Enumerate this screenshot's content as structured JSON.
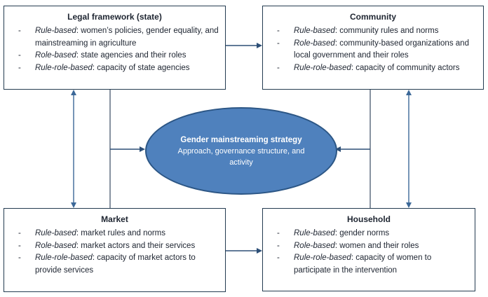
{
  "bullet": "-",
  "boxes": {
    "legal": {
      "title": "Legal framework (state)",
      "items": [
        {
          "lead": "Rule-based",
          "rest": ": women’s policies, gender equality, and mainstreaming in agriculture"
        },
        {
          "lead": "Role-based",
          "rest": ": state agencies and their roles"
        },
        {
          "lead": "Rule-role-based",
          "rest": ": capacity of state agencies"
        }
      ]
    },
    "community": {
      "title": "Community",
      "items": [
        {
          "lead": "Rule-based",
          "rest": ": community rules and norms"
        },
        {
          "lead": "Role-based",
          "rest": ": community-based organizations and local government and their roles"
        },
        {
          "lead": "Rule-role-based",
          "rest": ": capacity of community actors"
        }
      ]
    },
    "market": {
      "title": "Market",
      "items": [
        {
          "lead": "Rule-based",
          "rest": ": market rules and norms"
        },
        {
          "lead": "Role-based",
          "rest": ": market actors and their services"
        },
        {
          "lead": "Rule-role-based",
          "rest": ": capacity of market actors to provide services"
        }
      ]
    },
    "household": {
      "title": "Household",
      "items": [
        {
          "lead": "Rule-based",
          "rest": ": gender norms"
        },
        {
          "lead": "Role-based",
          "rest": ": women and their roles"
        },
        {
          "lead": "Rule-role-based",
          "rest": ": capacity of women to participate in the intervention"
        }
      ]
    }
  },
  "center": {
    "title": "Gender mainstreaming strategy",
    "subtitle": "Approach, governance structure, and activity"
  },
  "connectors": [
    {
      "from": "legal-framework",
      "to": "community",
      "type": "single-arrow-right"
    },
    {
      "from": "market",
      "to": "household",
      "type": "single-arrow-right"
    },
    {
      "from": "legal-framework",
      "to": "market",
      "type": "double-arrow-vertical"
    },
    {
      "from": "community",
      "to": "household",
      "type": "double-arrow-vertical"
    },
    {
      "from": "left-column-link",
      "to": "strategy-ellipse",
      "type": "arrow-into-ellipse"
    },
    {
      "from": "right-column-link",
      "to": "strategy-ellipse",
      "type": "arrow-into-ellipse"
    }
  ],
  "colors": {
    "box_border": "#243b50",
    "arrow": "#2d4f77",
    "double_arrow": "#3c6898",
    "link_line": "#546478",
    "ellipse_fill": "#4f81bd",
    "ellipse_border": "#2c5685",
    "ellipse_text": "#ffffff",
    "text": "#202733"
  }
}
